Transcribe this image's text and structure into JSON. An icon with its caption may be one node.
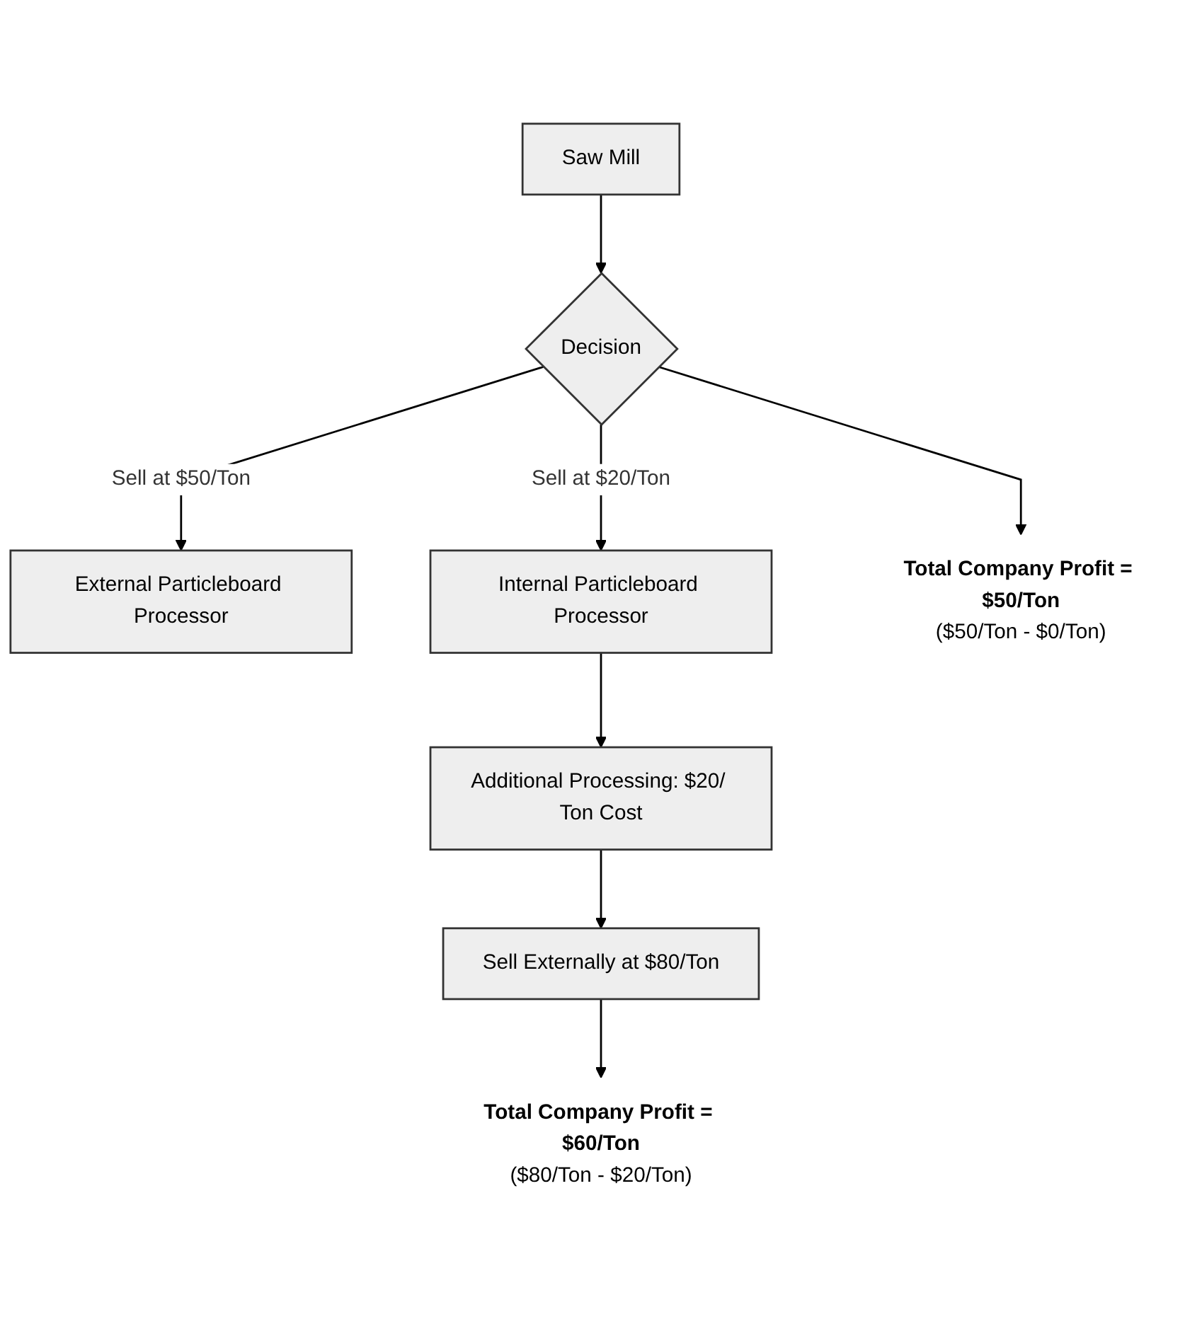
{
  "diagram": {
    "nodes": [
      {
        "text": [
          "Saw Mill"
        ]
      },
      {
        "text": [
          "Decision"
        ]
      },
      {
        "text": [
          "External Particleboard Processor"
        ]
      },
      {
        "text": [
          "Internal Particleboard Processor"
        ]
      },
      {
        "text": [
          "Total Company Profit = $50/Ton",
          "($50/Ton - $0/Ton)"
        ]
      },
      {
        "text": [
          "Additional Processing: $20/ Ton Cost"
        ]
      },
      {
        "text": [
          "Sell Externally at $80/Ton"
        ]
      },
      {
        "text": [
          "Total Company Profit = $60/Ton",
          "($80/Ton - $20/Ton)"
        ]
      }
    ],
    "edges": [
      {
        "from": 0,
        "to": 1,
        "arrow": "to"
      },
      {
        "from": 1,
        "to": 2,
        "arrow": "to",
        "label": "Sell at $50/Ton"
      },
      {
        "from": 1,
        "to": 4,
        "arrow": "to"
      },
      {
        "from": 1,
        "to": 3,
        "arrow": "to",
        "label": "Sell at $20/Ton"
      },
      {
        "from": 3,
        "to": 5,
        "arrow": "to"
      },
      {
        "from": 5,
        "to": 6,
        "arrow": "to"
      },
      {
        "from": 6,
        "to": 7,
        "arrow": "to"
      }
    ]
  }
}
